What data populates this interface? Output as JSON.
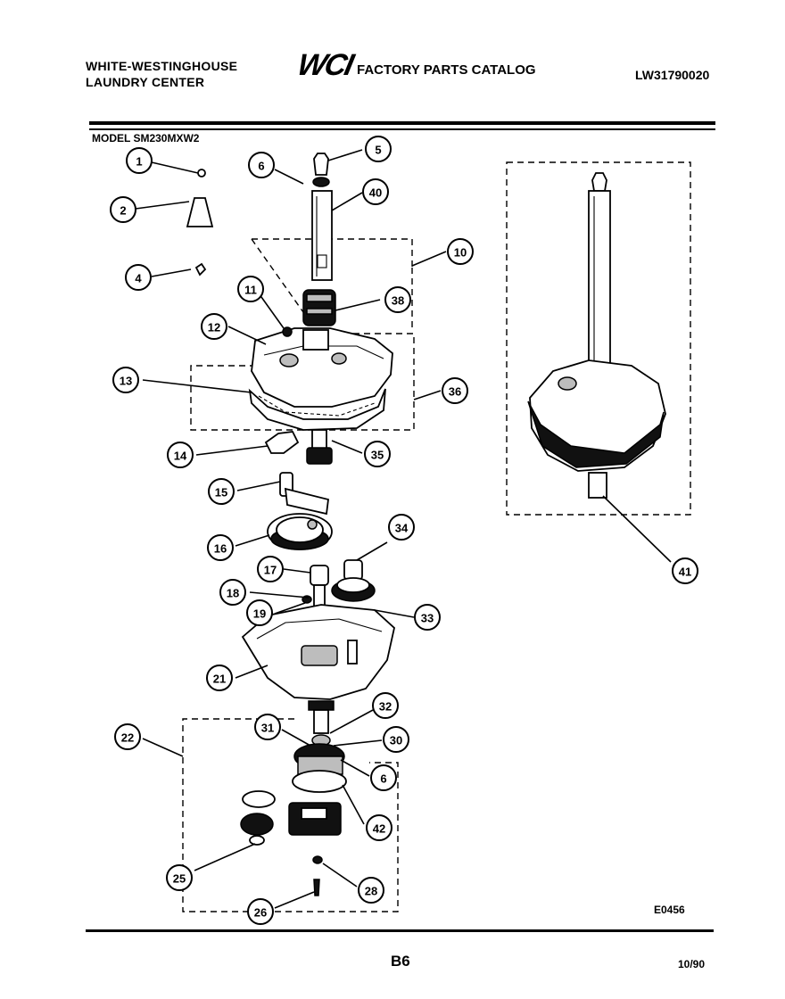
{
  "header": {
    "brand_line1": "WHITE-WESTINGHOUSE",
    "brand_line2": "LAUNDRY CENTER",
    "logo_text": "WCI",
    "catalog_title": "FACTORY PARTS CATALOG",
    "catalog_number": "LW31790020"
  },
  "model_label": "MODEL SM230MXW2",
  "drawing_code": "E0456",
  "footer": {
    "page_number": "B6",
    "date": "10/90"
  },
  "callouts": {
    "c1": "1",
    "c2": "2",
    "c4": "4",
    "c5": "5",
    "c6a": "6",
    "c6b": "6",
    "c10": "10",
    "c11": "11",
    "c12": "12",
    "c13": "13",
    "c14": "14",
    "c15": "15",
    "c16": "16",
    "c17": "17",
    "c18": "18",
    "c19": "19",
    "c21": "21",
    "c22": "22",
    "c25": "25",
    "c26": "26",
    "c28": "28",
    "c30": "30",
    "c31": "31",
    "c32": "32",
    "c33": "33",
    "c34": "34",
    "c35": "35",
    "c36": "36",
    "c38": "38",
    "c40": "40",
    "c41": "41",
    "c42": "42"
  }
}
